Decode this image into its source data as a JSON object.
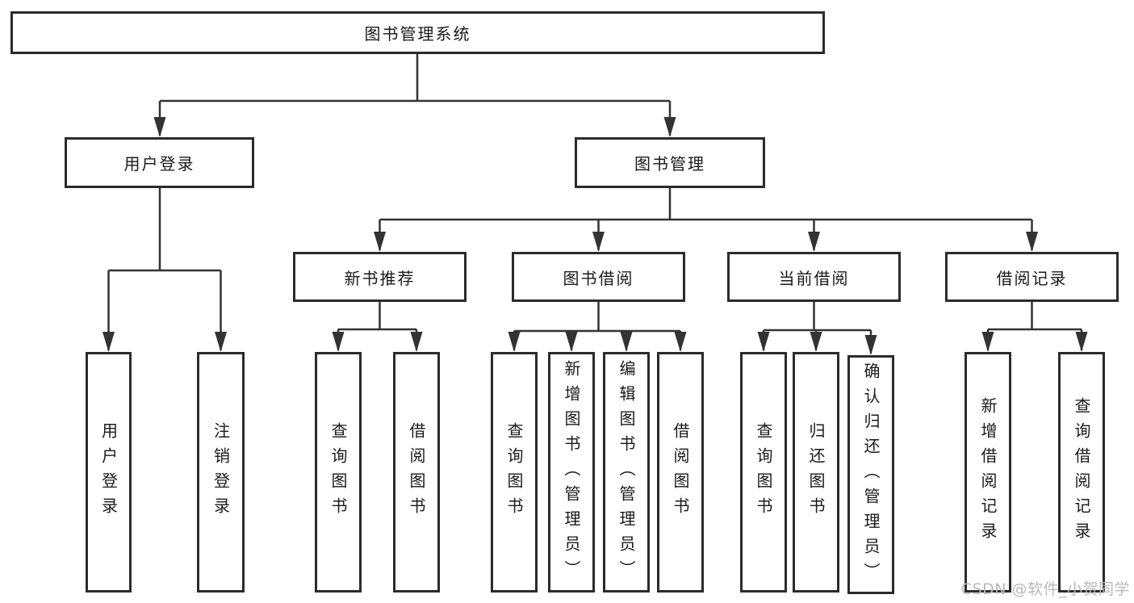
{
  "diagram": {
    "root": {
      "label": "图书管理系统"
    },
    "level2": [
      {
        "label": "用户登录"
      },
      {
        "label": "图书管理"
      }
    ],
    "user_login_children": [
      {
        "label": "用户登录"
      },
      {
        "label": "注销登录"
      }
    ],
    "modules": [
      {
        "label": "新书推荐",
        "children": [
          {
            "label": "查询图书"
          },
          {
            "label": "借阅图书"
          }
        ]
      },
      {
        "label": "图书借阅",
        "children": [
          {
            "label": "查询图书"
          },
          {
            "label": "新增图书（管理员）"
          },
          {
            "label": "编辑图书（管理员）"
          },
          {
            "label": "借阅图书"
          }
        ]
      },
      {
        "label": "当前借阅",
        "children": [
          {
            "label": "查询图书"
          },
          {
            "label": "归还图书"
          },
          {
            "label": "确认归还（管理员）"
          }
        ]
      },
      {
        "label": "借阅记录",
        "children": [
          {
            "label": "新增借阅记录"
          },
          {
            "label": "查询借阅记录"
          }
        ]
      }
    ]
  },
  "watermark": {
    "text": "CSDN @软件_小贺同学"
  },
  "colors": {
    "line": "#333333",
    "box_border": "#2b2b2b",
    "text": "#1a1a1a",
    "background": "#ffffff",
    "watermark": "#b9b9b9"
  }
}
